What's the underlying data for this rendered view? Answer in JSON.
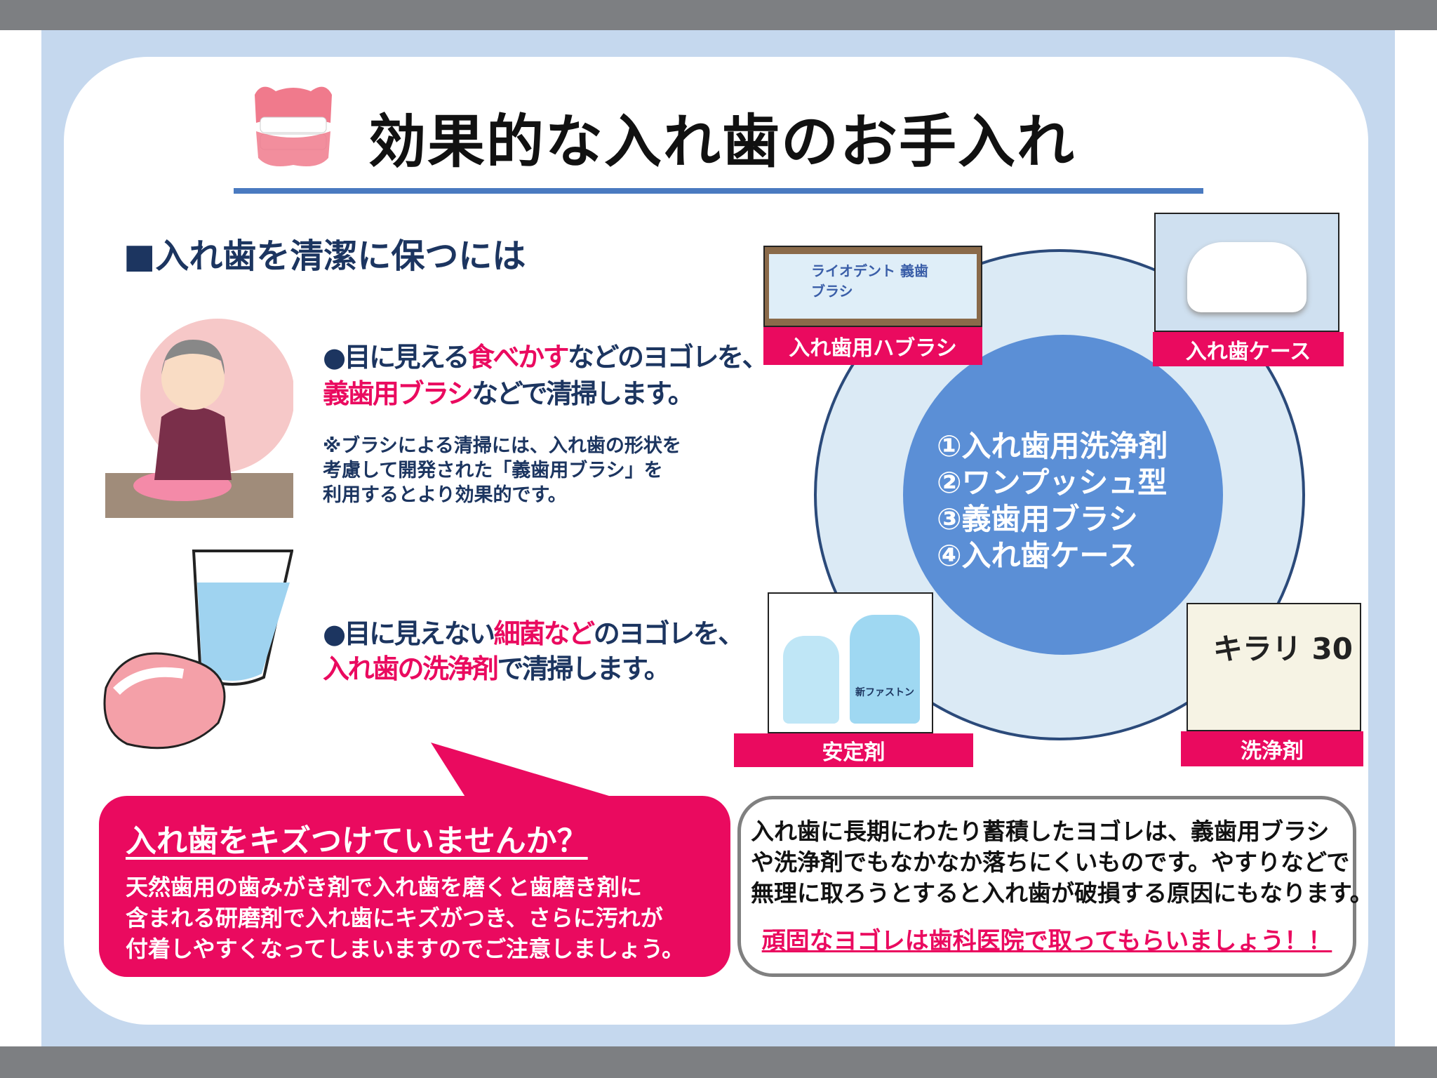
{
  "title": "効果的な入れ歯のお手入れ",
  "section_heading": "■入れ歯を清潔に保つには",
  "block1": {
    "l1_a": "●目に見える",
    "l1_b": "食べかす",
    "l1_c": "などのヨゴレを、",
    "l2_a": "義歯用ブラシ",
    "l2_b": "などで清掃します。",
    "note": [
      "※ブラシによる清掃には、入れ歯の形状を",
      "考慮して開発された「義歯用ブラシ」を",
      "利用するとより効果的です。"
    ]
  },
  "block2": {
    "l1_a": "●目に見えない",
    "l1_b": "細菌など",
    "l1_c": "のヨゴレを、",
    "l2_a": "入れ歯の洗浄剤",
    "l2_b": "で清掃します。"
  },
  "bubble": {
    "heading": "入れ歯をキズつけていませんか？",
    "lines": [
      "天然歯用の歯みがき剤で入れ歯を磨くと歯磨き剤に",
      "含まれる研磨剤で入れ歯にキズがつき、さらに汚れが",
      "付着しやすくなってしまいますのでご注意しましょう。"
    ]
  },
  "warning": {
    "lines": [
      "入れ歯に長期にわたり蓄積したヨゴレは、義歯用ブラシ",
      "や洗浄剤でもなかなか落ちにくいものです。やすりなどで",
      "無理に取ろうとすると入れ歯が破損する原因にもなります。"
    ],
    "emphasis": "頑固なヨゴレは歯科医院で取ってもらいましょう！！"
  },
  "circle_items": [
    "①入れ歯用洗浄剤",
    "②ワンプッシュ型",
    "③義歯用ブラシ",
    "④入れ歯ケース"
  ],
  "products": {
    "brush": {
      "label": "入れ歯用ハブラシ",
      "package_text": "ライオデント 義歯ブラシ"
    },
    "case": {
      "label": "入れ歯ケース"
    },
    "stabilizer": {
      "label": "安定剤",
      "package_text": "新ファストン"
    },
    "cleaner": {
      "label": "洗浄剤",
      "package_text": "キラリ 30"
    }
  },
  "colors": {
    "accent": "#ea0a5f",
    "navy": "#1c3560",
    "panel": "#c5d8ee",
    "circle": "#5b8fd6"
  }
}
